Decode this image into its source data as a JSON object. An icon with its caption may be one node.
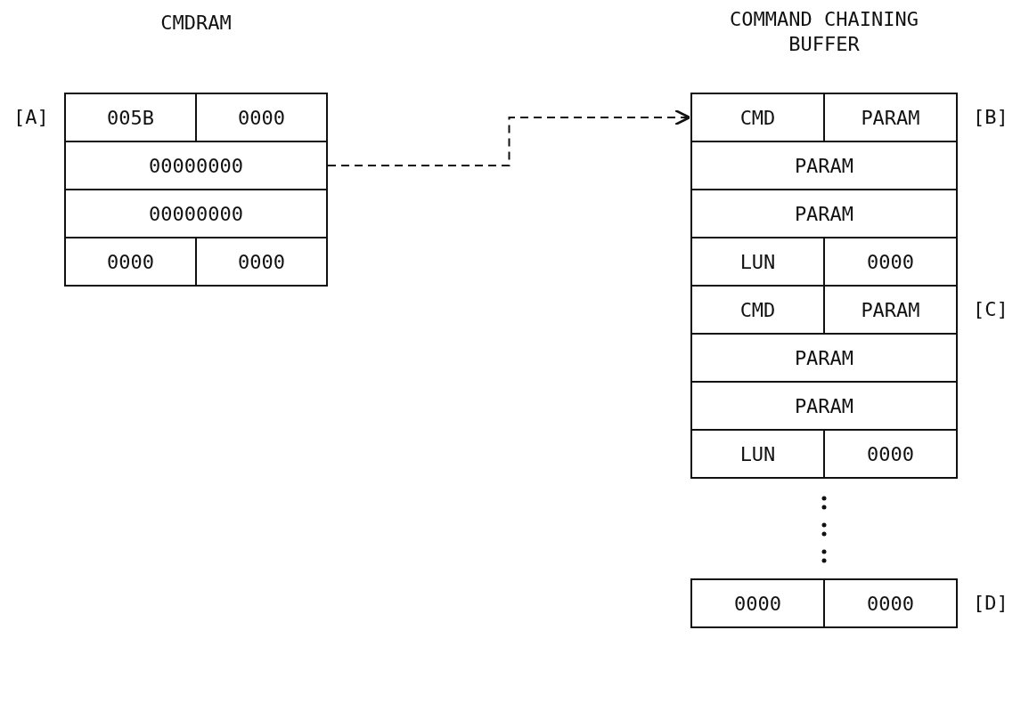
{
  "diagram": {
    "nodes": [
      {
        "text": [
          "CMDRAM"
        ]
      },
      {
        "text": [
          "005B",
          "0000"
        ],
        "in": 0,
        "beside": [
          "[A]"
        ]
      },
      {
        "text": [
          "00000000"
        ],
        "in": 0
      },
      {
        "text": [
          "00000000"
        ],
        "in": 0
      },
      {
        "text": [
          "0000",
          "0000"
        ],
        "in": 0
      },
      {
        "text": [
          "COMMAND CHAINING BUFFER"
        ]
      },
      {
        "text": [
          "CMD",
          "PARAM"
        ],
        "in": 5,
        "beside": [
          "[B]"
        ]
      },
      {
        "text": [
          "PARAM"
        ],
        "in": 5
      },
      {
        "text": [
          "PARAM"
        ],
        "in": 5
      },
      {
        "text": [
          "LUN",
          "0000"
        ],
        "in": 5
      },
      {
        "text": [
          "CMD",
          "PARAM"
        ],
        "in": 5,
        "beside": [
          "[C]"
        ]
      },
      {
        "text": [
          "PARAM"
        ],
        "in": 5
      },
      {
        "text": [
          "PARAM"
        ],
        "in": 5
      },
      {
        "text": [
          "LUN",
          "0000"
        ],
        "in": 5
      },
      {
        "text": [
          "0000",
          "0000"
        ],
        "in": 5,
        "beside": [
          "[D]"
        ]
      }
    ],
    "edges": [
      {
        "from": 2,
        "to": 6,
        "arrow": "to",
        "style": "dashed"
      }
    ]
  }
}
